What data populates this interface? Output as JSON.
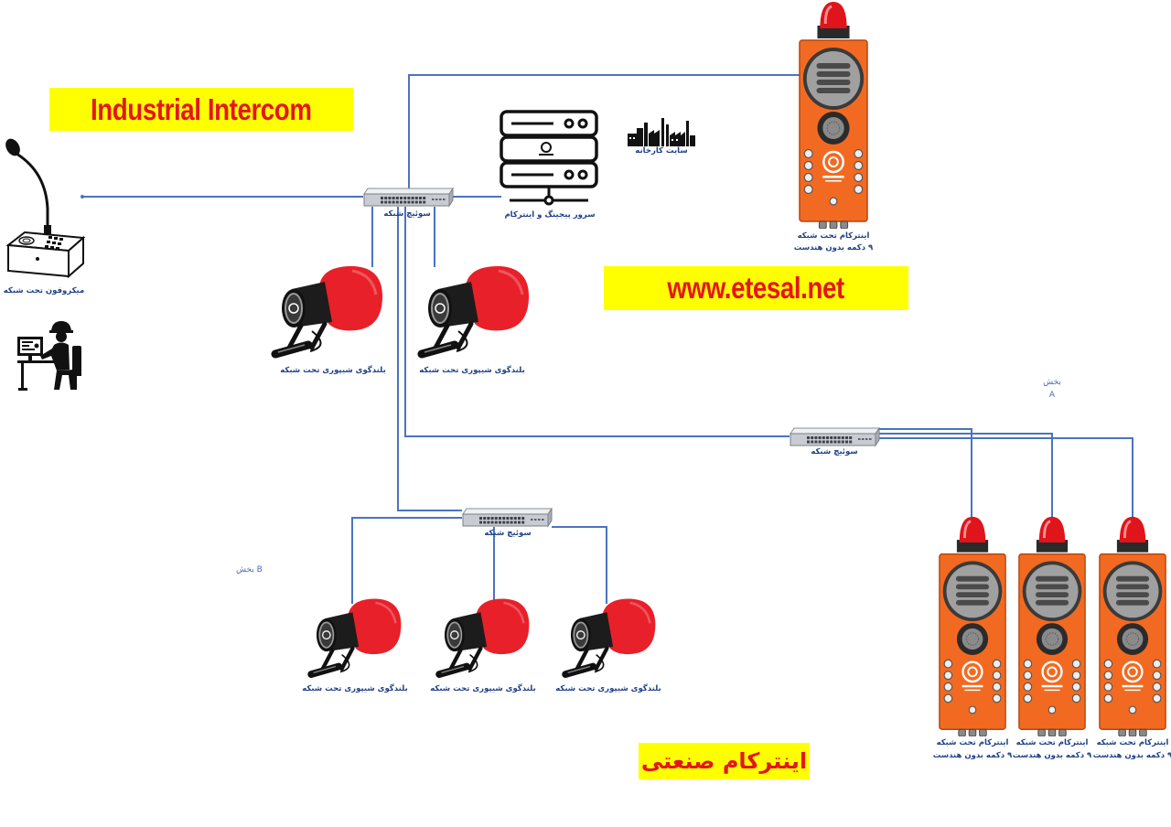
{
  "diagram": {
    "title_en": "Industrial Intercom",
    "website": "www.etesal.net",
    "title_fa": "اینترکام صنعتی"
  },
  "labels": {
    "microphone": "میکروفون تحت شبکه",
    "switch": "سوئیچ شبکه",
    "server": "سرور پیجینگ و اینترکام",
    "factory_site": "سایت کارخانه",
    "intercom_name": "اینترکام تحت شبکه",
    "intercom_spec": "۹ دکمه بدون هندست",
    "horn_speaker": "بلندگوی شیپوری تحت شبکه",
    "section_a": "بخش A",
    "section_b": "بخش B"
  },
  "icons": {
    "microphone": "desk-microphone-icon",
    "operator": "operator-workstation-icon",
    "switch": "network-switch-icon",
    "server": "server-icon",
    "factory": "factory-icon",
    "intercom": "industrial-intercom-icon",
    "horn": "horn-speaker-icon"
  },
  "colors": {
    "line": "#4a74c0",
    "banner": "#ffff00",
    "banner_text": "#e4161c",
    "label": "#1f3f86",
    "section_label": "#4a6ab5",
    "intercom_body": "#f26a21",
    "beacon": "#e0141b",
    "horn": "#e82029"
  }
}
